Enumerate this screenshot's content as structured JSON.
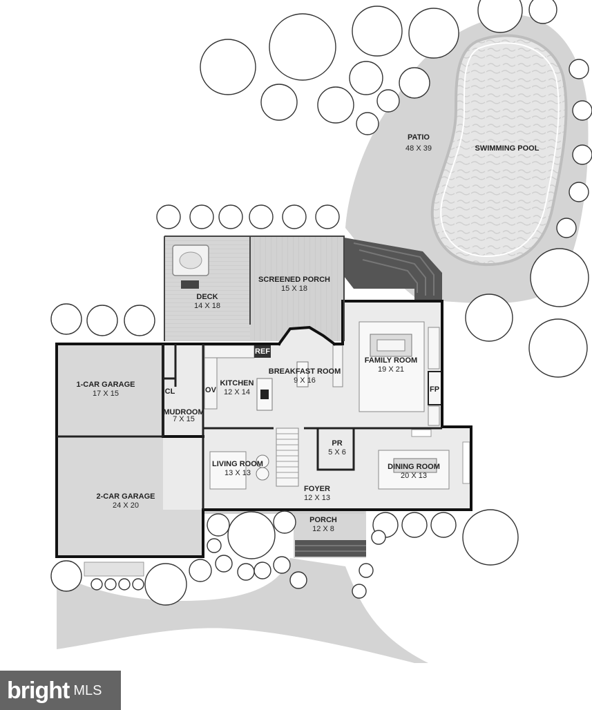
{
  "rooms": {
    "patio": {
      "name": "PATIO",
      "size": "48 X 39"
    },
    "pool": {
      "name": "SWIMMING POOL"
    },
    "deck": {
      "name": "DECK",
      "size": "14 X 18"
    },
    "screened_porch": {
      "name": "SCREENED PORCH",
      "size": "15 X 18"
    },
    "garage1": {
      "name": "1-CAR GARAGE",
      "size": "17 X 15"
    },
    "garage2": {
      "name": "2-CAR GARAGE",
      "size": "24 X 20"
    },
    "closet": {
      "name": "CL"
    },
    "mudroom": {
      "name": "MUDROOM",
      "size": "7 X 15"
    },
    "oven": {
      "name": "OV"
    },
    "kitchen": {
      "name": "KITCHEN",
      "size": "12 X 14"
    },
    "ref": {
      "name": "REF"
    },
    "breakfast": {
      "name": "BREAKFAST ROOM",
      "size": "9 X 16"
    },
    "family": {
      "name": "FAMILY ROOM",
      "size": "19 X 21"
    },
    "fireplace": {
      "name": "FP"
    },
    "powder": {
      "name": "PR",
      "size": "5 X 6"
    },
    "living": {
      "name": "LIVING ROOM",
      "size": "13 X 13"
    },
    "dining": {
      "name": "DINING ROOM",
      "size": "20 X 13"
    },
    "foyer": {
      "name": "FOYER",
      "size": "12 X 13"
    },
    "porch": {
      "name": "PORCH",
      "size": "12 X 8"
    }
  },
  "watermark": {
    "brand": "bright",
    "suffix": "MLS"
  }
}
